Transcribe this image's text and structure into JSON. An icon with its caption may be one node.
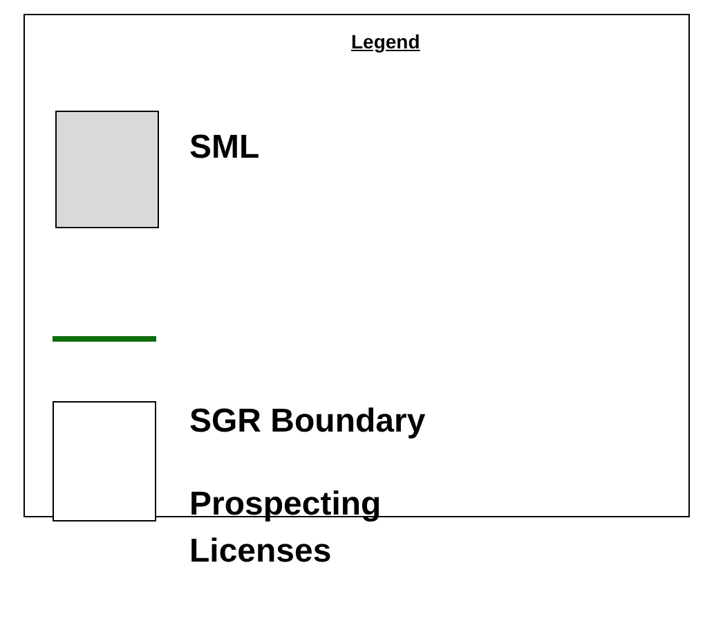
{
  "diagram": {
    "title": "Legend",
    "legend": [
      {
        "text": "SML",
        "color": "#d9d9d9"
      },
      {
        "text": "SGR Boundary"
      },
      {
        "text": "Prospecting Licenses",
        "color": "#ffffff"
      }
    ]
  }
}
